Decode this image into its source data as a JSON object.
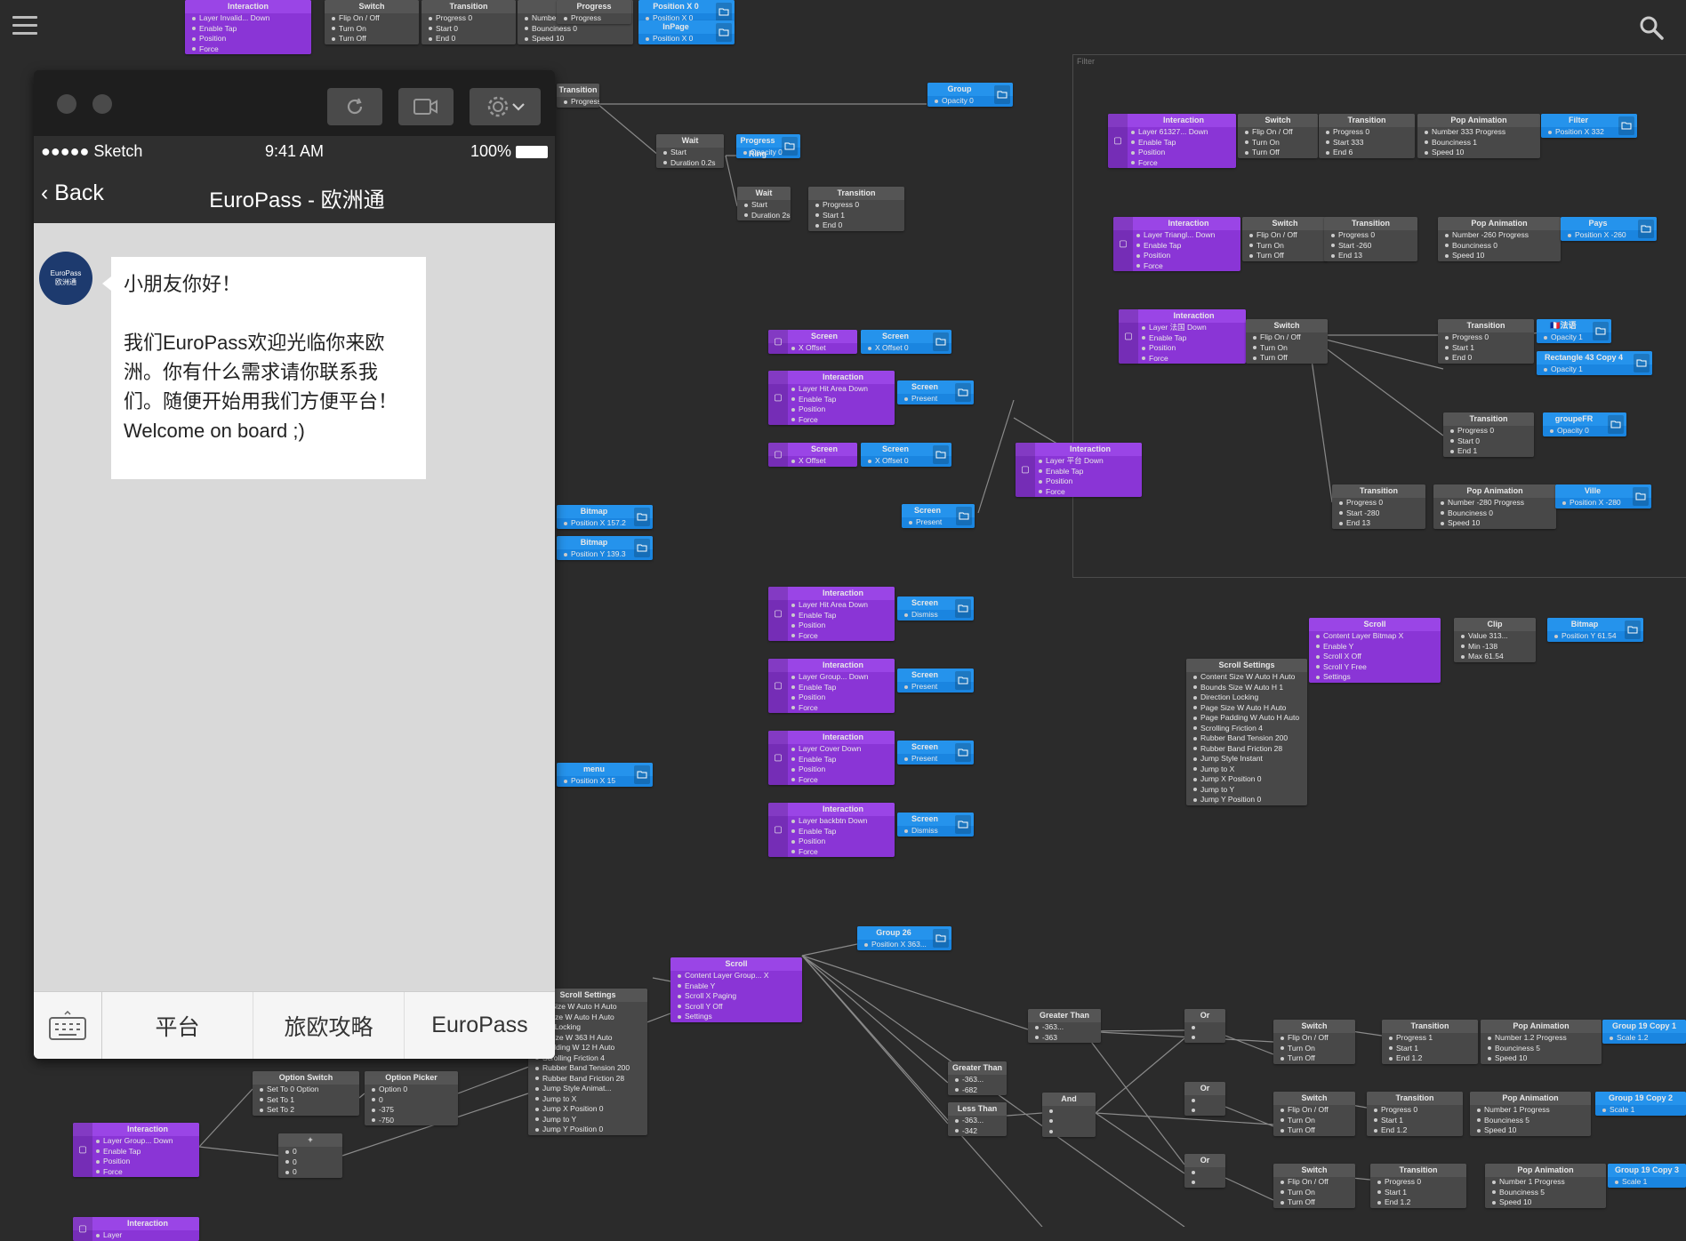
{
  "toolbar": {
    "menu_icon": "hamburger-icon",
    "search_icon": "search-icon"
  },
  "group_frame": {
    "label": "Filter"
  },
  "preview": {
    "carrier": "●●●●● Sketch",
    "time": "9:41 AM",
    "battery": "100%",
    "back_label": "Back",
    "nav_title": "EuroPass - 欧洲通",
    "avatar_line1": "EuroPass",
    "avatar_line2": "欧洲通",
    "message": "小朋友你好！\n\n我们EuroPass欢迎光临你来欧洲。你有什么需求请你联系我们。随便开始用我们方便平台！Welcome on board ;)",
    "tabs": [
      "平台",
      "旅欧攻略",
      "EuroPass"
    ]
  },
  "patches": [
    {
      "t": "Interaction",
      "c": "purple",
      "r": [
        "Layer Invalid...  Down",
        "Enable  Tap",
        "Position",
        "Force"
      ]
    },
    {
      "t": "Group",
      "c": "blue",
      "r": [
        "Opacity 0"
      ]
    },
    {
      "t": "Wait",
      "c": "gray",
      "r": [
        "Start",
        "Duration 0.2s"
      ]
    },
    {
      "t": "Progress Ring",
      "c": "blue",
      "r": [
        "Opacity 0"
      ]
    },
    {
      "t": "Wait",
      "c": "gray",
      "r": [
        "Start",
        "Duration 2s"
      ]
    },
    {
      "t": "Transition",
      "c": "gray",
      "r": [
        "Progress 0",
        "Start 1",
        "End 0"
      ]
    },
    {
      "t": "Interaction",
      "c": "purple",
      "r": [
        "Layer 61327...  Down",
        "Enable  Tap",
        "Position",
        "Force"
      ]
    },
    {
      "t": "Switch",
      "c": "gray",
      "r": [
        "Flip  On / Off",
        "Turn On",
        "Turn Off"
      ]
    },
    {
      "t": "Transition",
      "c": "gray",
      "r": [
        "Progress 0",
        "Start 333",
        "End 6"
      ]
    },
    {
      "t": "Pop Animation",
      "c": "gray",
      "r": [
        "Number 333  Progress",
        "Bounciness 1",
        "Speed 10"
      ]
    },
    {
      "t": "Filter",
      "c": "blue",
      "r": [
        "Position X 332"
      ]
    },
    {
      "t": "Interaction",
      "c": "purple",
      "r": [
        "Layer Triangl...  Down",
        "Enable  Tap",
        "Position",
        "Force"
      ]
    },
    {
      "t": "Switch",
      "c": "gray",
      "r": [
        "Flip  On / Off",
        "Turn On",
        "Turn Off"
      ]
    },
    {
      "t": "Transition",
      "c": "gray",
      "r": [
        "Progress 0",
        "Start -260",
        "End 13"
      ]
    },
    {
      "t": "Pop Animation",
      "c": "gray",
      "r": [
        "Number -260  Progress",
        "Bounciness 0",
        "Speed 10"
      ]
    },
    {
      "t": "Pays",
      "c": "blue",
      "r": [
        "Position X -260"
      ]
    },
    {
      "t": "Interaction",
      "c": "purple",
      "r": [
        "Layer 法国  Down",
        "Enable  Tap",
        "Position",
        "Force"
      ]
    },
    {
      "t": "Switch",
      "c": "gray",
      "r": [
        "Flip  On / Off",
        "Turn On",
        "Turn Off"
      ]
    },
    {
      "t": "Transition",
      "c": "gray",
      "r": [
        "Progress 0",
        "Start 1",
        "End 0"
      ]
    },
    {
      "t": "🇫🇷法语",
      "c": "blue",
      "r": [
        "Opacity 1"
      ]
    },
    {
      "t": "Rectangle 43 Copy 4",
      "c": "blue",
      "r": [
        "Opacity 1"
      ]
    },
    {
      "t": "Transition",
      "c": "gray",
      "r": [
        "Progress 0",
        "Start 0",
        "End 1"
      ]
    },
    {
      "t": "groupeFR",
      "c": "blue",
      "r": [
        "Opacity 0"
      ]
    },
    {
      "t": "Transition",
      "c": "gray",
      "r": [
        "Progress 0",
        "Start -280",
        "End 13"
      ]
    },
    {
      "t": "Pop Animation",
      "c": "gray",
      "r": [
        "Number -280  Progress",
        "Bounciness 0",
        "Speed 10"
      ]
    },
    {
      "t": "Ville",
      "c": "blue",
      "r": [
        "Position X -280"
      ]
    },
    {
      "t": "Screen",
      "c": "purple",
      "r": [
        "X Offset"
      ]
    },
    {
      "t": "Screen",
      "c": "blue",
      "r": [
        "X Offset 0"
      ]
    },
    {
      "t": "Interaction",
      "c": "purple",
      "r": [
        "Layer Hit Area  Down",
        "Enable  Tap",
        "Position",
        "Force"
      ]
    },
    {
      "t": "Screen",
      "c": "blue",
      "r": [
        "Present"
      ]
    },
    {
      "t": "Screen",
      "c": "purple",
      "r": [
        "X Offset"
      ]
    },
    {
      "t": "Screen",
      "c": "blue",
      "r": [
        "X Offset 0"
      ]
    },
    {
      "t": "Interaction",
      "c": "purple",
      "r": [
        "Layer 平台  Down",
        "Enable  Tap",
        "Position",
        "Force"
      ]
    },
    {
      "t": "Screen",
      "c": "blue",
      "r": [
        "Present"
      ]
    },
    {
      "t": "Bitmap",
      "c": "blue",
      "r": [
        "Position X 157.2"
      ]
    },
    {
      "t": "Bitmap",
      "c": "blue",
      "r": [
        "Position Y 139.3"
      ]
    },
    {
      "t": "Interaction",
      "c": "purple",
      "r": [
        "Layer Hit Area  Down",
        "Enable  Tap",
        "Position",
        "Force"
      ]
    },
    {
      "t": "Screen",
      "c": "blue",
      "r": [
        "Dismiss"
      ]
    },
    {
      "t": "Interaction",
      "c": "purple",
      "r": [
        "Layer Group...  Down",
        "Enable  Tap",
        "Position",
        "Force"
      ]
    },
    {
      "t": "Screen",
      "c": "blue",
      "r": [
        "Present"
      ]
    },
    {
      "t": "Interaction",
      "c": "purple",
      "r": [
        "Layer Cover  Down",
        "Enable  Tap",
        "Position",
        "Force"
      ]
    },
    {
      "t": "Screen",
      "c": "blue",
      "r": [
        "Present"
      ]
    },
    {
      "t": "Interaction",
      "c": "purple",
      "r": [
        "Layer backbtn  Down",
        "Enable  Tap",
        "Position",
        "Force"
      ]
    },
    {
      "t": "Screen",
      "c": "blue",
      "r": [
        "Dismiss"
      ]
    },
    {
      "t": "menu",
      "c": "blue",
      "r": [
        "Position X 15"
      ]
    },
    {
      "t": "Scroll",
      "c": "purple",
      "r": [
        "Content Layer Bitmap  X",
        "Enable  Y",
        "Scroll X Off",
        "Scroll Y Free",
        "Settings"
      ]
    },
    {
      "t": "Clip",
      "c": "gray",
      "r": [
        "Value 313...",
        "Min -138",
        "Max 61.54"
      ]
    },
    {
      "t": "Bitmap",
      "c": "blue",
      "r": [
        "Position Y 61.54"
      ]
    },
    {
      "t": "Scroll Settings",
      "c": "gray",
      "r": [
        "Content Size W Auto H Auto",
        "Bounds Size W Auto H 1",
        "Direction Locking",
        "Page Size W Auto H Auto",
        "Page Padding W Auto H Auto",
        "Scrolling Friction 4",
        "Rubber Band Tension 200",
        "Rubber Band Friction 28",
        "Jump Style Instant",
        "Jump to X",
        "Jump X Position 0",
        "Jump to Y",
        "Jump Y Position 0"
      ]
    },
    {
      "t": "Group 26",
      "c": "blue",
      "r": [
        "Position X 363..."
      ]
    },
    {
      "t": "Scroll",
      "c": "purple",
      "r": [
        "Content Layer Group...  X",
        "Enable  Y",
        "Scroll X Paging",
        "Scroll Y Off",
        "Settings"
      ]
    },
    {
      "t": "Scroll Settings",
      "c": "gray",
      "r": [
        "nt Size W Auto H Auto",
        "s Size W Auto H Auto",
        "ion Locking",
        "e Size W 363 H Auto",
        "Padding W 12 H Auto",
        "Scrolling Friction 4",
        "Rubber Band Tension 200",
        "Rubber Band Friction 28",
        "Jump Style Animat...",
        "Jump to X",
        "Jump X Position 0",
        "Jump to Y",
        "Jump Y Position 0"
      ]
    },
    {
      "t": "Option Switch",
      "c": "gray",
      "r": [
        "Set To 0  Option",
        "Set To 1",
        "Set To 2"
      ]
    },
    {
      "t": "Option Picker",
      "c": "gray",
      "r": [
        "Option 0",
        "0",
        "-375",
        "-750"
      ]
    },
    {
      "t": "Interaction",
      "c": "purple",
      "r": [
        "Layer Group...  Down",
        "Enable  Tap",
        "Position",
        "Force"
      ]
    },
    {
      "t": "+",
      "c": "gray",
      "r": [
        "0",
        "0",
        "0"
      ]
    },
    {
      "t": "Interaction",
      "c": "purple",
      "r": [
        "Layer"
      ]
    },
    {
      "t": "Greater Than",
      "c": "gray",
      "r": [
        "-363...",
        "-363"
      ]
    },
    {
      "t": "Greater Than",
      "c": "gray",
      "r": [
        "-363...",
        "-682"
      ]
    },
    {
      "t": "Less Than",
      "c": "gray",
      "r": [
        "-363...",
        "-342"
      ]
    },
    {
      "t": "And",
      "c": "gray",
      "r": [
        "",
        "",
        ""
      ]
    },
    {
      "t": "Or",
      "c": "gray",
      "r": [
        "",
        ""
      ]
    },
    {
      "t": "Or",
      "c": "gray",
      "r": [
        "",
        ""
      ]
    },
    {
      "t": "Or",
      "c": "gray",
      "r": [
        "",
        ""
      ]
    },
    {
      "t": "Switch",
      "c": "gray",
      "r": [
        "Flip  On / Off",
        "Turn On",
        "Turn Off"
      ]
    },
    {
      "t": "Transition",
      "c": "gray",
      "r": [
        "Progress 1",
        "Start 1",
        "End 1.2"
      ]
    },
    {
      "t": "Pop Animation",
      "c": "gray",
      "r": [
        "Number 1.2  Progress",
        "Bounciness 5",
        "Speed 10"
      ]
    },
    {
      "t": "Group 19 Copy 1",
      "c": "blue",
      "r": [
        "Scale 1.2"
      ]
    },
    {
      "t": "Switch",
      "c": "gray",
      "r": [
        "Flip  On / Off",
        "Turn On",
        "Turn Off"
      ]
    },
    {
      "t": "Transition",
      "c": "gray",
      "r": [
        "Progress 0",
        "Start 1",
        "End 1.2"
      ]
    },
    {
      "t": "Pop Animation",
      "c": "gray",
      "r": [
        "Number 1  Progress",
        "Bounciness 5",
        "Speed 10"
      ]
    },
    {
      "t": "Group 19 Copy 2",
      "c": "blue",
      "r": [
        "Scale 1"
      ]
    },
    {
      "t": "Switch",
      "c": "gray",
      "r": [
        "Flip  On / Off",
        "Turn On",
        "Turn Off"
      ]
    },
    {
      "t": "Transition",
      "c": "gray",
      "r": [
        "Progress 0",
        "Start 1",
        "End 1.2"
      ]
    },
    {
      "t": "Pop Animation",
      "c": "gray",
      "r": [
        "Number 1  Progress",
        "Bounciness 5",
        "Speed 10"
      ]
    },
    {
      "t": "Group 19 Copy 3",
      "c": "blue",
      "r": [
        "Scale 1"
      ]
    },
    {
      "t": "Switch",
      "c": "gray",
      "r": [
        "Flip  On / Off",
        "Turn On",
        "Turn Off"
      ]
    },
    {
      "t": "Transition",
      "c": "gray",
      "r": [
        "Progress 0",
        "Start 0",
        "End 0"
      ]
    },
    {
      "t": "Number",
      "c": "gray",
      "r": [
        "Number 0",
        "Bounciness 0",
        "Speed 10"
      ]
    },
    {
      "t": "Progress",
      "c": "gray",
      "r": [
        "Progress"
      ]
    },
    {
      "t": "Position X 0",
      "c": "blue",
      "r": [
        "Position X 0"
      ]
    },
    {
      "t": "InPage",
      "c": "blue",
      "r": [
        "Position X 0"
      ]
    },
    {
      "t": "Transition",
      "c": "gray",
      "r": [
        "Progress"
      ]
    }
  ]
}
